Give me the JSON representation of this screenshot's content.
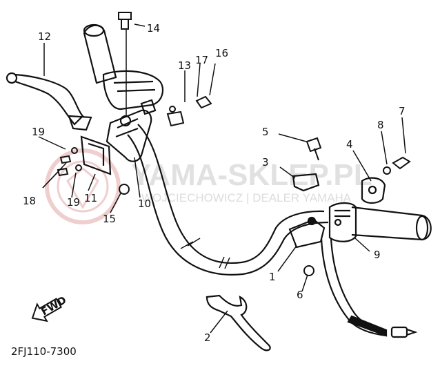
{
  "part_code": "2FJ110-7300",
  "direction_badge": "FWD",
  "watermark": {
    "logo_text": "YAMA-SKLEP.PL",
    "dealer_line": "WOJCIECHOWICZ | DEALER YAMAHA"
  },
  "callouts": [
    "1",
    "2",
    "3",
    "4",
    "5",
    "6",
    "7",
    "8",
    "9",
    "10",
    "11",
    "12",
    "13",
    "14",
    "15",
    "16",
    "17",
    "18",
    "19",
    "19"
  ],
  "colors": {
    "line": "#111111",
    "watermark": "#e6b0b0",
    "watermark_text": "#d9d9d9"
  }
}
